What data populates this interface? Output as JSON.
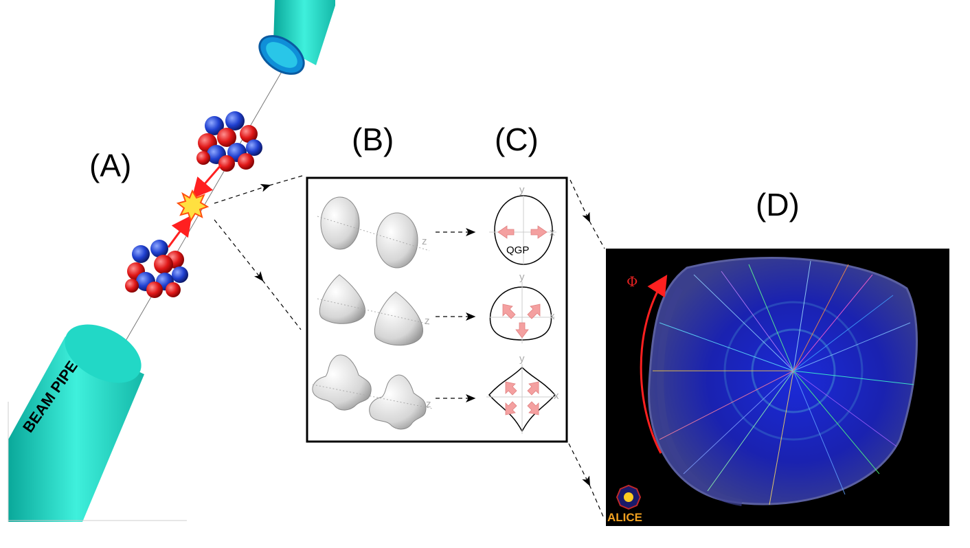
{
  "labels": {
    "panel_a": "(A)",
    "panel_b": "(B)",
    "panel_c": "(C)",
    "panel_d": "(D)",
    "beam_pipe": "BEAM PIPE",
    "qgp": "QGP",
    "phi": "Φ",
    "alice": "ALICE",
    "axis_y": "y",
    "axis_x": "x",
    "axis_z": "z"
  },
  "colors": {
    "pipe": "#1fd6c4",
    "proton": "#e02020",
    "neutron": "#2244cc",
    "arrow": "#ff2020",
    "flow_arrow": "#f4a0a0",
    "event_bg": "#000000"
  }
}
